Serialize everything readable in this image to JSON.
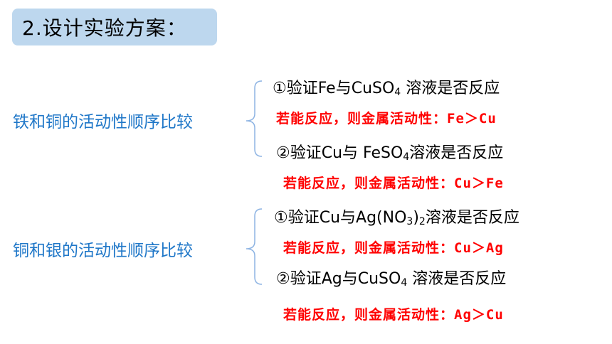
{
  "title": "2.设计实验方案：",
  "groups": [
    {
      "label": "铁和铜的活动性顺序比较",
      "items": [
        {
          "prefix": "①验证Fe与CuSO",
          "sub": "4",
          "suffix": " 溶液是否反应",
          "conclusion": "若能反应，则金属活动性：Fe＞Cu"
        },
        {
          "prefix": "②验证Cu与 FeSO",
          "sub": "4",
          "suffix": "溶液是否反应",
          "conclusion": "若能反应，则金属活动性：Cu＞Fe"
        }
      ]
    },
    {
      "label": "铜和银的活动性顺序比较",
      "items": [
        {
          "prefix": "①验证Cu与Ag(NO",
          "sub": "3",
          "suffix": ")",
          "sub2": "2",
          "suffix2": "溶液是否反应",
          "conclusion": "若能反应，则金属活动性：Cu＞Ag"
        },
        {
          "prefix": "②验证Ag与CuSO",
          "sub": "4",
          "suffix": " 溶液是否反应",
          "conclusion": "若能反应，则金属活动性：Ag＞Cu"
        }
      ]
    }
  ],
  "colors": {
    "title_bg": "#bdd7ee",
    "group_label": "#1f77c8",
    "conclusion": "#ff0000",
    "brace": "#8eb4e3"
  }
}
